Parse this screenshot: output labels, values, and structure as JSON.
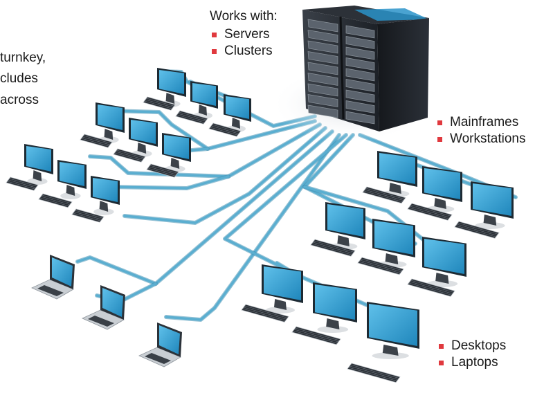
{
  "intro_text": {
    "lines": [
      "turnkey,",
      "cludes",
      "across"
    ]
  },
  "server_label": {
    "heading": "Works with:",
    "items": [
      "Servers",
      "Clusters"
    ]
  },
  "mainframe_label": {
    "items": [
      "Mainframes",
      "Workstations"
    ]
  },
  "desktop_label": {
    "items": [
      "Desktops",
      "Laptops"
    ]
  },
  "colors": {
    "bullet": "#e0393e",
    "cable": "#5aaed0",
    "screen": "#2f9ccc",
    "server_body": "#22272d",
    "server_accent": "#2a93c9"
  },
  "icons": [
    "server-rack-icon",
    "desktop-monitor-icon",
    "keyboard-icon",
    "laptop-icon",
    "network-cable-icon"
  ]
}
